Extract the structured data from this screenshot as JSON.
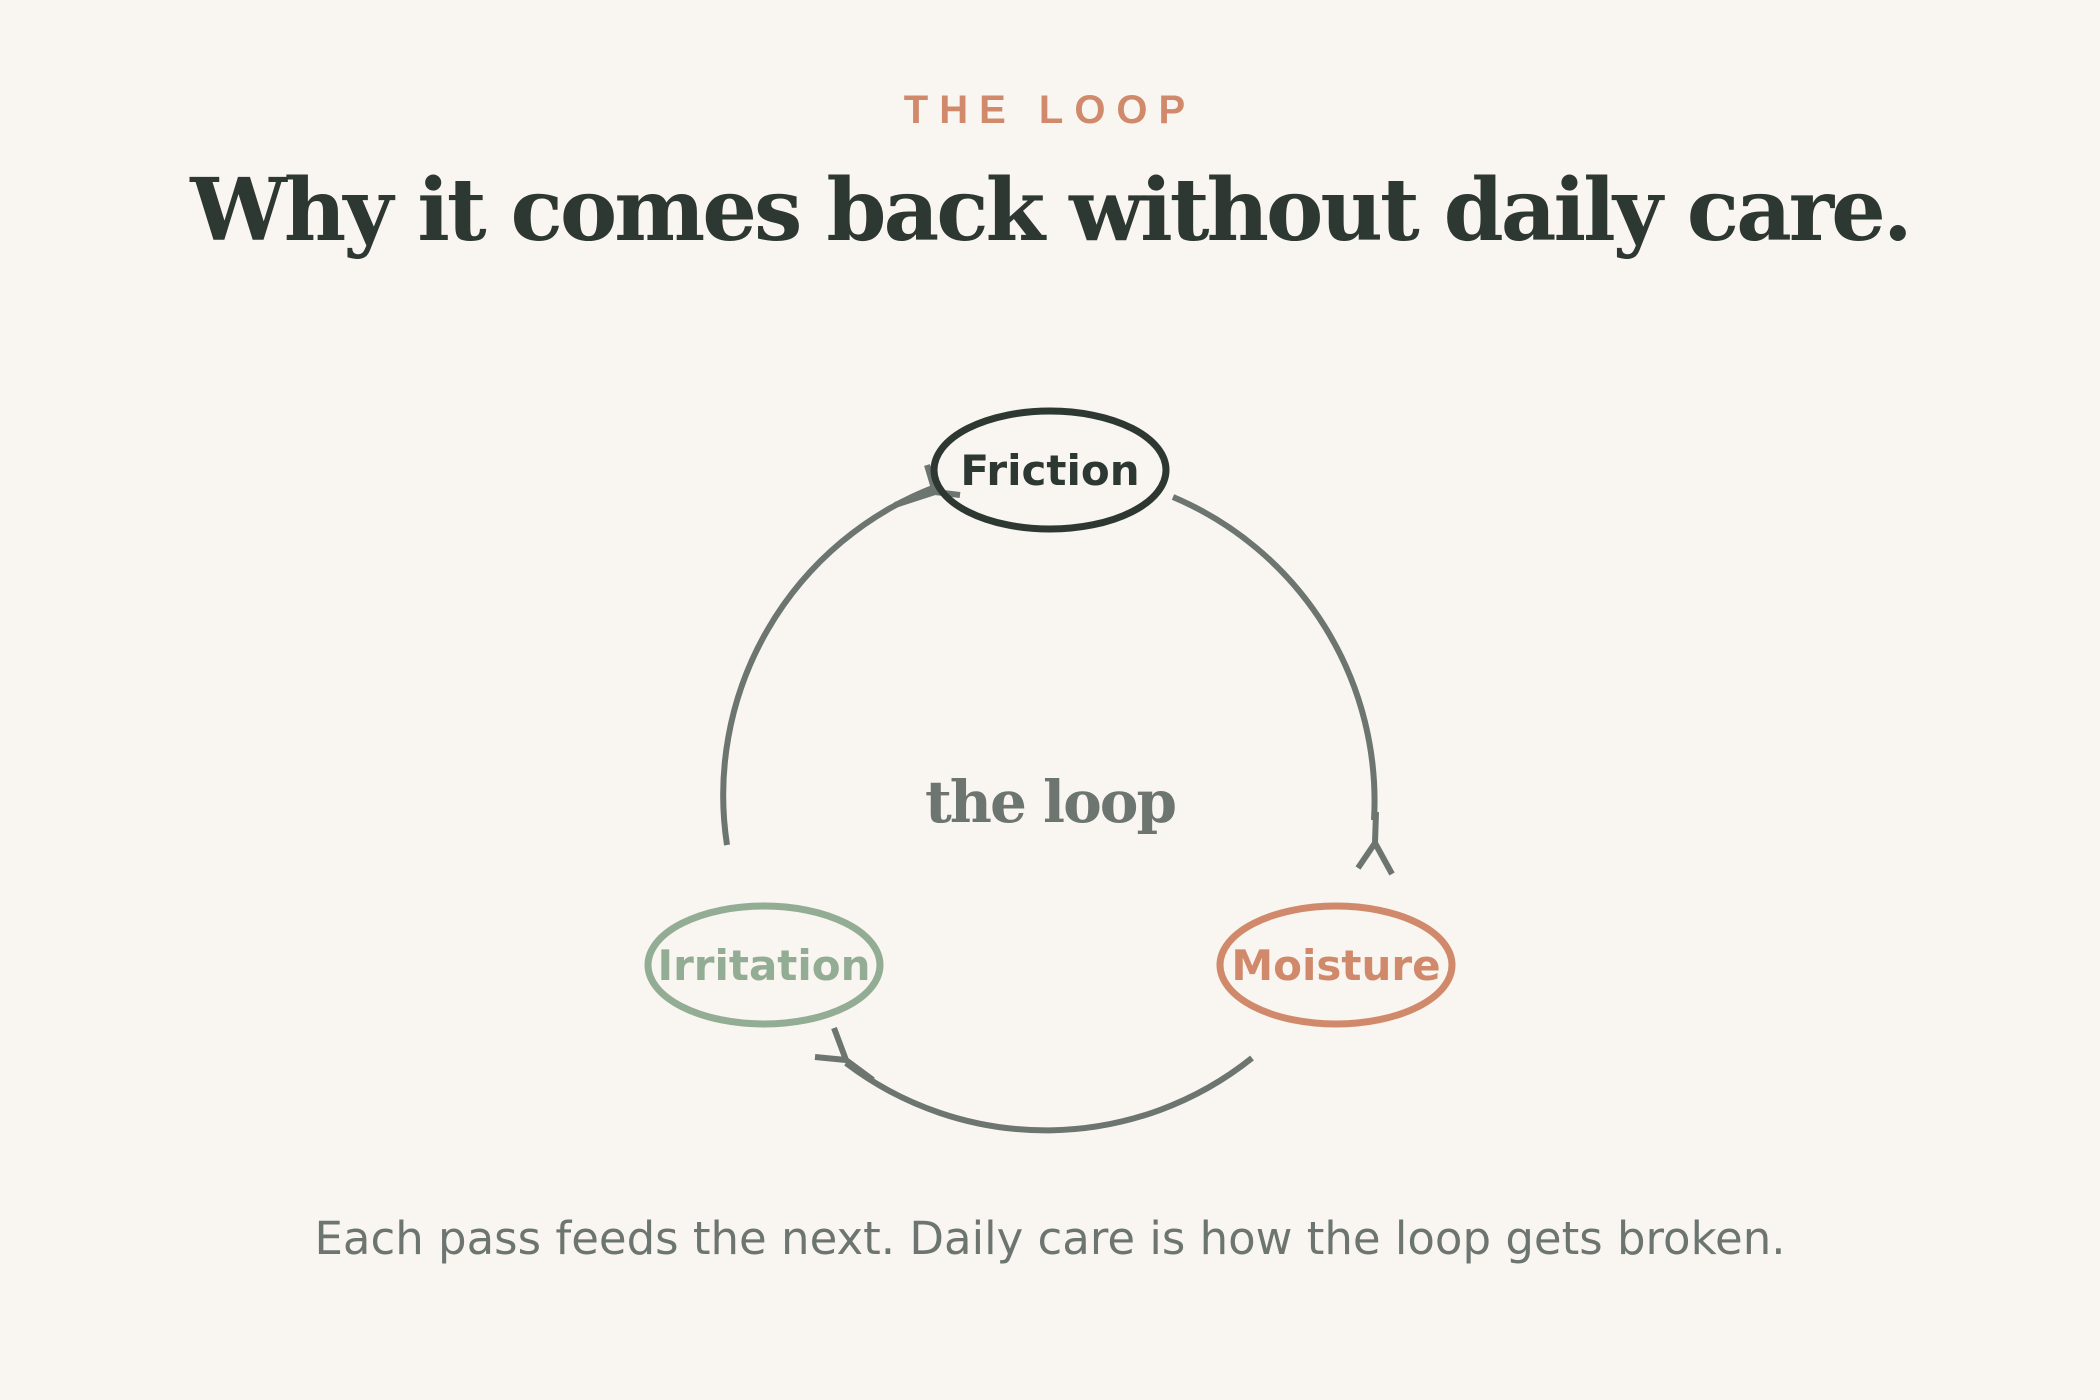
{
  "header": {
    "eyebrow": "THE LOOP",
    "title": "Why it comes back without daily care."
  },
  "diagram": {
    "center_label": "the loop",
    "nodes": [
      {
        "label": "Friction",
        "color": "#2e3833"
      },
      {
        "label": "Moisture",
        "color": "#d08a6b"
      },
      {
        "label": "Irritation",
        "color": "#93ac94"
      }
    ],
    "arrow_color": "#6c756f",
    "edges": [
      {
        "from": "Friction",
        "to": "Moisture"
      },
      {
        "from": "Moisture",
        "to": "Irritation"
      },
      {
        "from": "Irritation",
        "to": "Friction"
      }
    ]
  },
  "footer": {
    "text": "Each pass feeds the next. Daily care is how the loop gets broken."
  }
}
